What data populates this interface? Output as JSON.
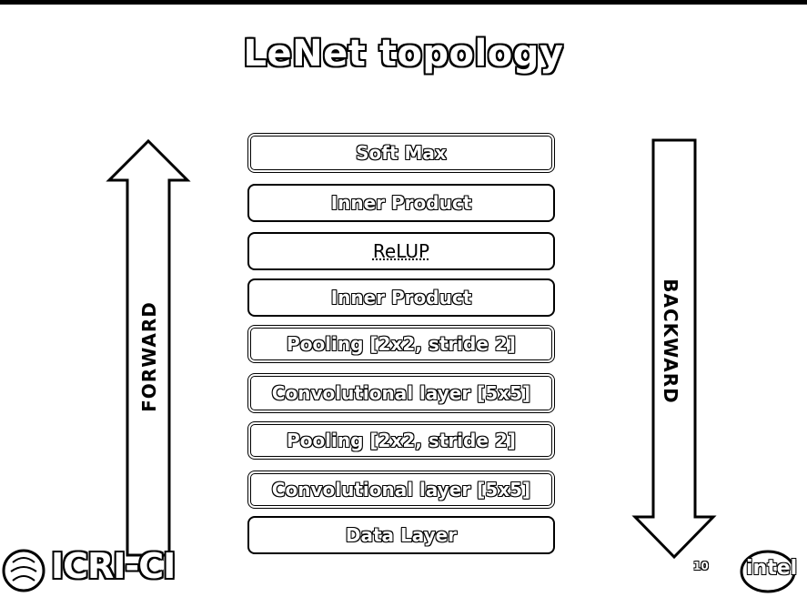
{
  "title": "LeNet topology",
  "layers": [
    {
      "label": "Soft Max",
      "style": "double"
    },
    {
      "label": "Inner Product",
      "style": "normal"
    },
    {
      "label": "ReLUP",
      "style": "plain"
    },
    {
      "label": "Inner Product",
      "style": "normal"
    },
    {
      "label": "Pooling [2x2, stride 2]",
      "style": "double"
    },
    {
      "label": "Convolutional layer [5x5]",
      "style": "double"
    },
    {
      "label": "Pooling [2x2, stride 2]",
      "style": "double"
    },
    {
      "label": "Convolutional layer [5x5]",
      "style": "double"
    },
    {
      "label": "Data Layer",
      "style": "normal"
    }
  ],
  "arrows": {
    "forward": "FORWARD",
    "backward": "BACKWARD"
  },
  "footer": {
    "logo_left": "ICRI-CI",
    "slide_number": "10",
    "logo_right": "intel"
  }
}
